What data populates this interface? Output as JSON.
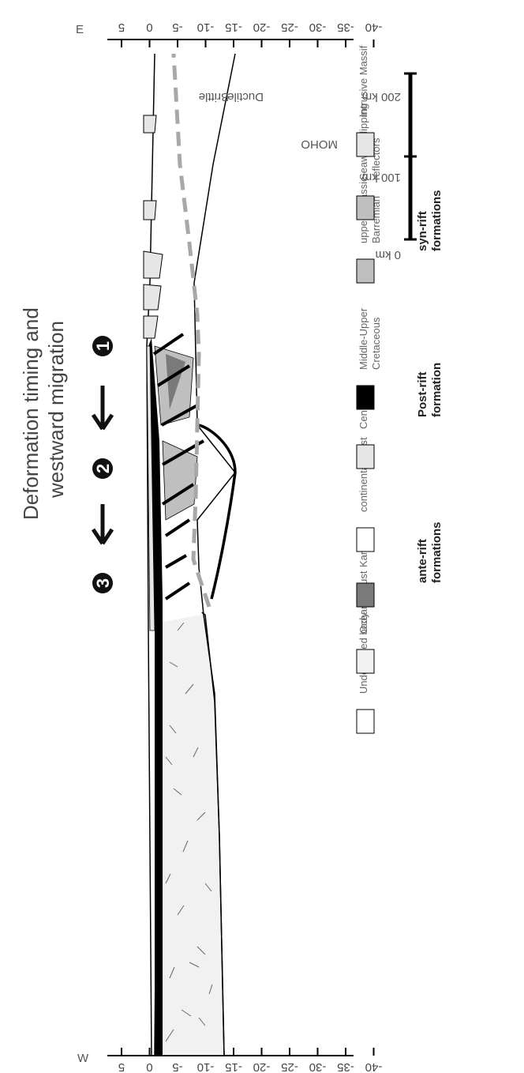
{
  "title_lines": [
    "Deformation timing and",
    "westward migration"
  ],
  "axis": {
    "west_label": "W",
    "east_label": "E",
    "left_ticks": [
      "5",
      "0",
      "-5",
      "-10",
      "-15",
      "-20",
      "-25",
      "-30",
      "-35",
      "-40"
    ],
    "right_ticks": [
      "5",
      "0",
      "-5",
      "-10",
      "-15",
      "-20",
      "-25",
      "-30",
      "-35",
      "-40"
    ]
  },
  "phases": [
    "3",
    "2",
    "1"
  ],
  "annotations": {
    "brittle": "Brittle",
    "ductile": "Ductile",
    "moho": "MOHO"
  },
  "scale_bar": [
    "0 km",
    "100 km",
    "200 km"
  ],
  "legend": {
    "underplated": "Underplated body",
    "oceanic": "Oceanic crust",
    "karoo": "Karoo",
    "continental": "continental crust",
    "ante_rift": [
      "ante-rift",
      "formations"
    ],
    "cenozoic": "Cenozoic",
    "mid_upper_cret": [
      "Middle-Upper",
      "Cretaceous"
    ],
    "post_rift": [
      "Post-rift",
      "formation"
    ],
    "upper_jur": [
      "upper Jurassic-",
      "Barremian"
    ],
    "sdr": [
      "Seaward dipping",
      "reflectors"
    ],
    "intrusive": "Intrusive Massif",
    "syn_rift": [
      "syn-rift",
      "formations"
    ]
  },
  "colors": {
    "black": "#000000",
    "light_gray": "#e6e6e6",
    "mid_gray": "#bfbfbf",
    "dark_gray": "#7a7a7a",
    "dashed_line": "#a8a8a8"
  }
}
